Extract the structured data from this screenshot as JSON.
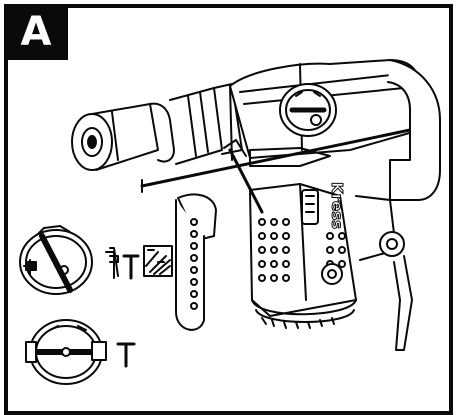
{
  "figure": {
    "label": "A",
    "brand": "Kress"
  },
  "colors": {
    "ink": "#0a0a0a",
    "paper": "#ffffff",
    "grey": "#8a8a8a"
  },
  "icons": [
    "hammer-drill-illustration",
    "mode-selector-dial-icon",
    "hammer-icon",
    "drill-bit-icon",
    "masonry-icon",
    "lock-icon"
  ]
}
